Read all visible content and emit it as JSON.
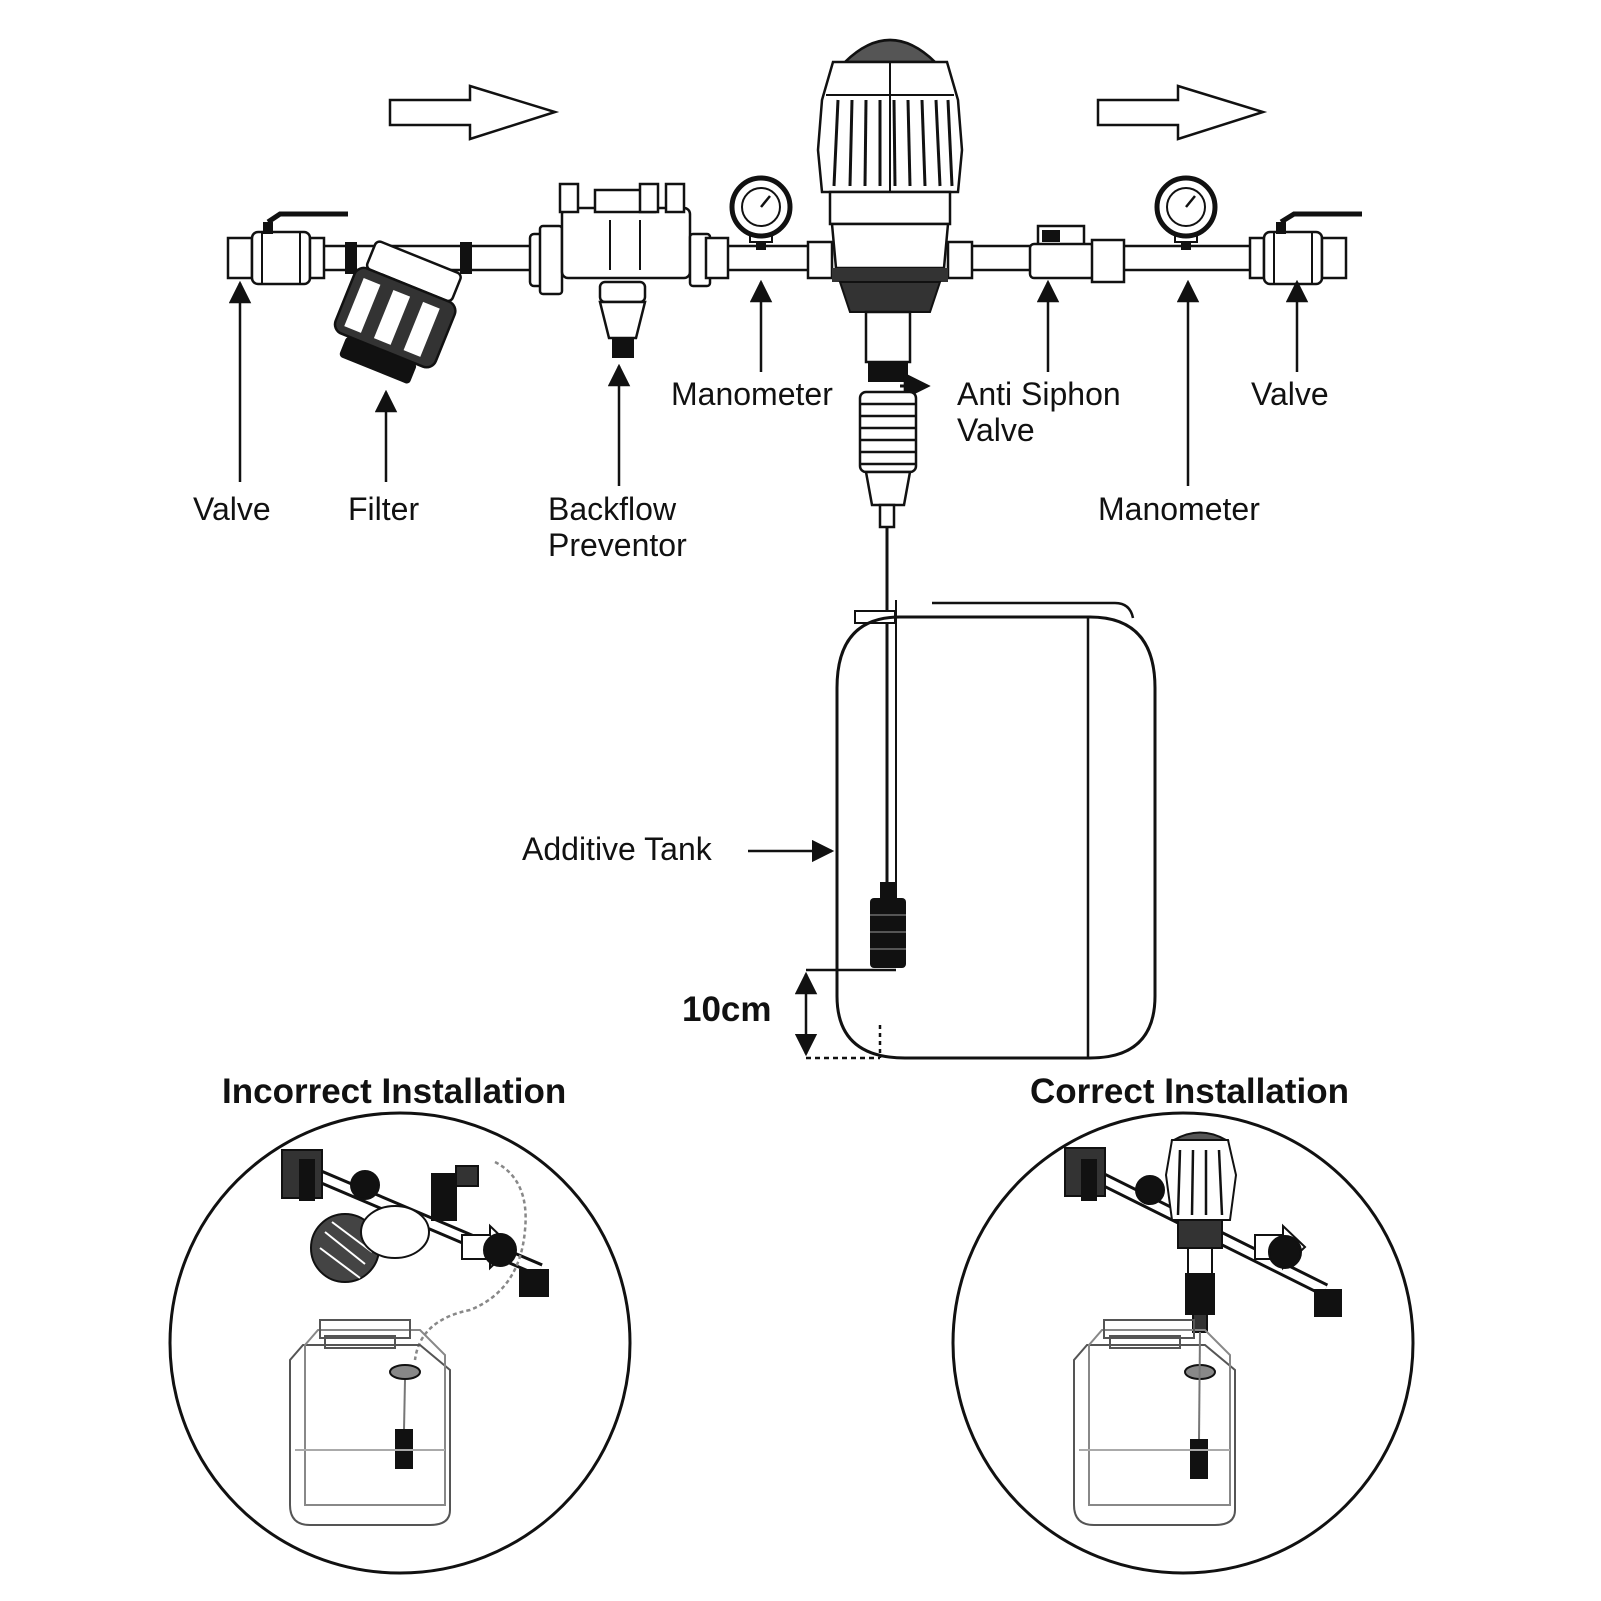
{
  "labels": {
    "valve_left": "Valve",
    "filter": "Filter",
    "backflow_line1": "Backflow",
    "backflow_line2": "Preventor",
    "manometer_left": "Manometer",
    "anti_siphon_line1": "Anti Siphon",
    "anti_siphon_line2": "Valve",
    "valve_right": "Valve",
    "manometer_right": "Manometer",
    "additive_tank": "Additive Tank",
    "depth": "10cm"
  },
  "headings": {
    "incorrect": "Incorrect Installation",
    "correct": "Correct Installation"
  },
  "colors": {
    "line": "#111111",
    "fill_dark": "#1a1a1a",
    "fill_mid": "#777777",
    "fill_light": "#e6e6e6",
    "background": "#ffffff"
  }
}
